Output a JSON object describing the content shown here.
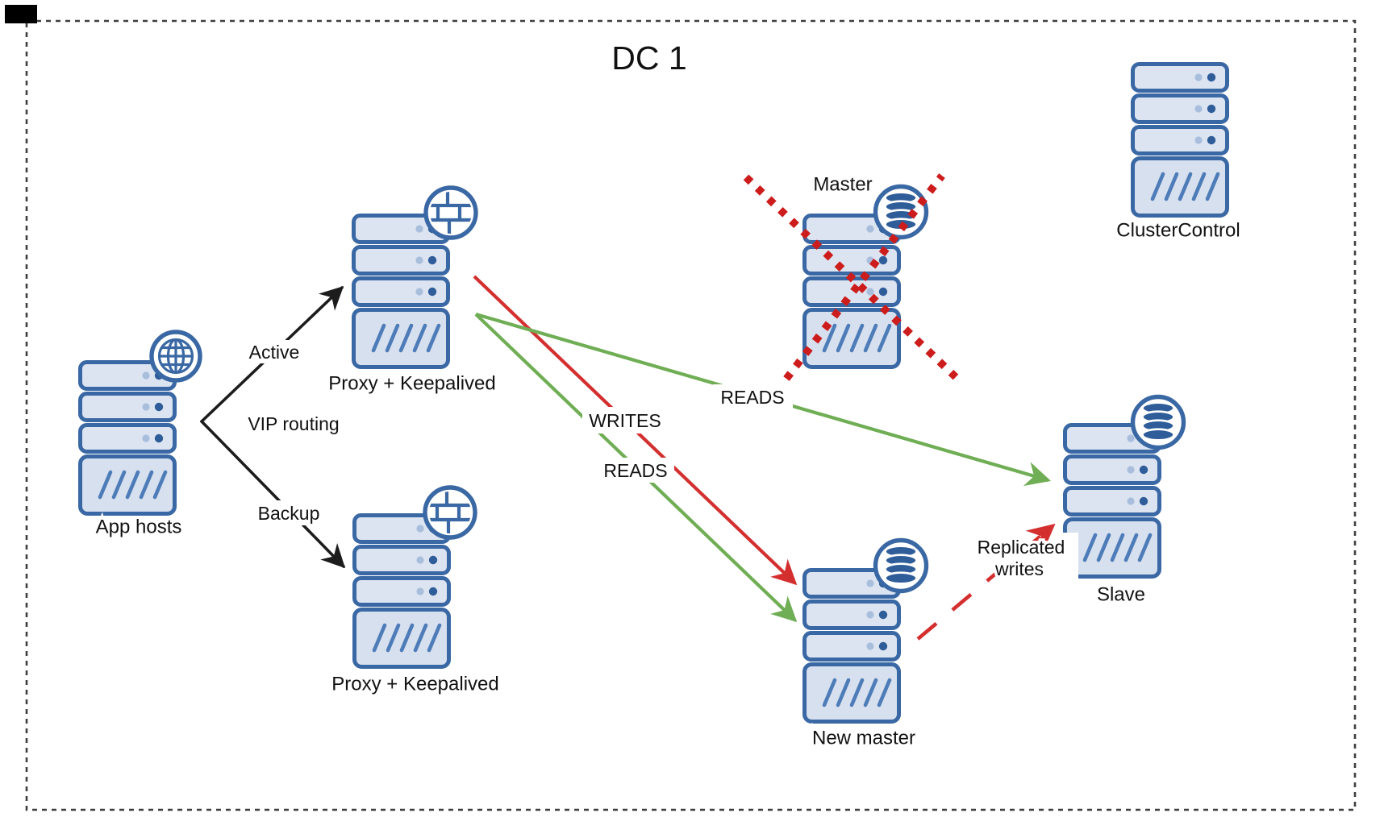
{
  "title": "DC 1",
  "nodes": {
    "app_hosts": {
      "label": "App hosts",
      "icon": "globe-icon"
    },
    "proxy_active": {
      "label": "Proxy + Keepalived",
      "icon": "firewall-icon"
    },
    "proxy_backup": {
      "label": "Proxy + Keepalived",
      "icon": "firewall-icon"
    },
    "master": {
      "label": "Master",
      "icon": "database-icon",
      "crossed_out": true
    },
    "new_master": {
      "label": "New master",
      "icon": "database-icon"
    },
    "slave": {
      "label": "Slave",
      "icon": "database-icon"
    },
    "clustercontrol": {
      "label": "ClusterControl",
      "icon": "none"
    }
  },
  "edges": {
    "active": "Active",
    "backup": "Backup",
    "vip_routing": "VIP routing",
    "writes": "WRITES",
    "reads_to_slave": "READS",
    "reads_to_new_master": "READS",
    "replicated_writes_lines": [
      "Replicated",
      "writes"
    ]
  },
  "colors": {
    "server_stroke": "#3a68a4",
    "server_fill": "#dce4f1",
    "server_fill_base": "#d7e0ef",
    "dot_light": "#a9bedd",
    "dot_dark": "#2f5d99",
    "slash_blue": "#4d7cb8",
    "db_fill": "#2f5d99",
    "arrow_black": "#1c1c1c",
    "writes_red": "#d42f2f",
    "reads_green": "#6fae54",
    "cross_red": "#cc1c1c",
    "border_gray": "#3f3f3f",
    "text_dark": "#111111"
  }
}
